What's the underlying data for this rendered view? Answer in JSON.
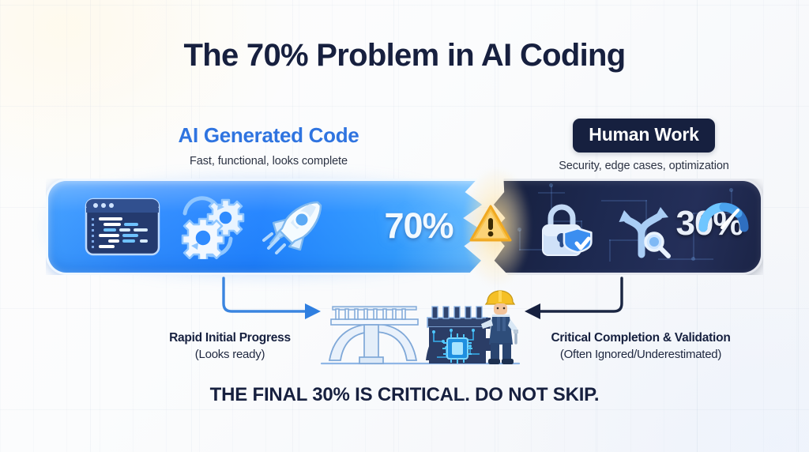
{
  "title": "The 70% Problem in AI Coding",
  "left_panel": {
    "heading": "AI Generated Code",
    "subtitle": "Fast, functional, looks complete",
    "percent": "70%",
    "heading_color": "#2f74e0",
    "bar_color": "#1f82ff",
    "icons": [
      "code-window-icon",
      "gears-icon",
      "rocket-icon"
    ]
  },
  "right_panel": {
    "heading": "Human Work",
    "subtitle": "Security, edge cases, optimization",
    "percent": "30%",
    "badge_bg": "#16203f",
    "bar_color": "#1d2950",
    "icons": [
      "lock-shield-icon",
      "branching-arrows-magnifier-icon",
      "gauge-icon"
    ]
  },
  "divider": {
    "icon": "warning-triangle-icon",
    "color": "#f7b93e"
  },
  "captions": {
    "left": {
      "title": "Rapid Initial Progress",
      "subtitle": "(Looks ready)"
    },
    "right": {
      "title": "Critical Completion & Validation",
      "subtitle": "(Often Ignored/Underestimated)"
    }
  },
  "illustration": {
    "name": "unfinished-bridge-with-worker",
    "parts": [
      "finished-bridge-span",
      "unfinished-circuit-span",
      "microchip-icon",
      "construction-worker-icon"
    ]
  },
  "footer": "THE FINAL 30% IS CRITICAL. DO NOT SKIP."
}
